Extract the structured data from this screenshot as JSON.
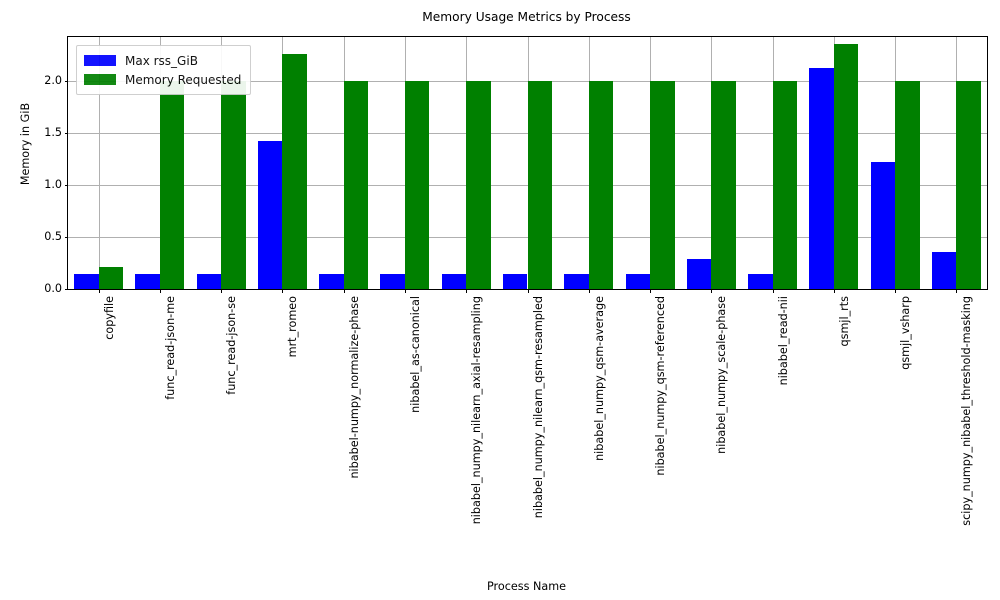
{
  "chart_data": {
    "type": "bar",
    "title": "Memory Usage Metrics by Process",
    "xlabel": "Process Name",
    "ylabel": "Memory in GiB",
    "ylim": [
      0,
      2.42
    ],
    "yticks": [
      "0.0",
      "0.5",
      "1.0",
      "1.5",
      "2.0"
    ],
    "ytick_values": [
      0.0,
      0.5,
      1.0,
      1.5,
      2.0
    ],
    "grid": true,
    "legend_position": "upper left",
    "xtick_rotation": 90,
    "categories": [
      "copyfile",
      "func_read-json-me",
      "func_read-json-se",
      "mrt_romeo",
      "nibabel-numpy_normalize-phase",
      "nibabel_as-canonical",
      "nibabel_numpy_nilearn_axial-resampling",
      "nibabel_numpy_nilearn_qsm-resampled",
      "nibabel_numpy_qsm-average",
      "nibabel_numpy_qsm-referenced",
      "nibabel_numpy_scale-phase",
      "nibabel_read-nii",
      "qsmjl_rts",
      "qsmjl_vsharp",
      "scipy_numpy_nibabel_threshold-masking"
    ],
    "series": [
      {
        "name": "Max rss_GiB",
        "color": "#0000ff",
        "values": [
          0.145,
          0.145,
          0.145,
          1.42,
          0.145,
          0.145,
          0.145,
          0.145,
          0.145,
          0.145,
          0.29,
          0.145,
          2.12,
          1.22,
          0.355
        ]
      },
      {
        "name": "Memory Requested",
        "color": "#008000",
        "values": [
          0.21,
          2.0,
          2.0,
          2.26,
          2.0,
          2.0,
          2.0,
          2.0,
          2.0,
          2.0,
          2.0,
          2.0,
          2.35,
          2.0,
          2.0
        ]
      }
    ]
  },
  "legend": {
    "entries": [
      {
        "label": "Max rss_GiB",
        "color": "#0000ff"
      },
      {
        "label": "Memory Requested",
        "color": "#008000"
      }
    ]
  },
  "colors": {
    "series_blue": "#0000ff",
    "series_green": "#008000",
    "grid": "#b0b0b0",
    "axis": "#000000",
    "background": "#ffffff"
  }
}
